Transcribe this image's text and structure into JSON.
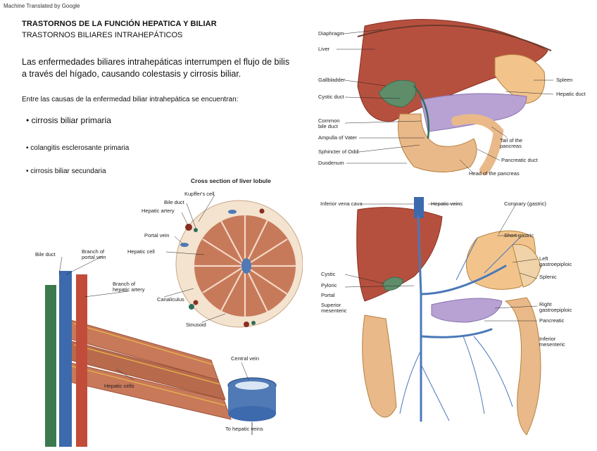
{
  "banner": "Machine Translated by Google",
  "heading": {
    "title": "TRASTORNOS DE LA FUNCIÓN HEPATICA Y BILIAR",
    "subtitle": "TRASTORNOS BILIARES INTRAHEPÁTICOS"
  },
  "intro": "Las enfermedades biliares intrahepáticas interrumpen el flujo de bilis a través del hígado, causando colestasis y cirrosis biliar.",
  "causes": {
    "lead": "Entre las causas de la enfermedad biliar intrahepática se encuentran:",
    "items": [
      "• cirrosis biliar primaria",
      "• colangitis esclerosante primaria",
      "• cirrosis biliar secundaria"
    ]
  },
  "figure_lobule": {
    "title": "Cross section of liver lobule",
    "labels": {
      "kupffer": "Kupffer's cell",
      "bile_duct": "Bile duct",
      "hepatic_artery": "Hepatic artery",
      "portal_vein": "Portal vein",
      "hepatic_cell": "Hepatic cell",
      "canaliculus": "Canaliculus",
      "sinusoid": "Sinusoid",
      "bile_duct_left": "Bile duct",
      "branch_portal": "Branch of portal vein",
      "branch_artery": "Branch of hepatic artery",
      "central_vein": "Central vein",
      "hepatic_cells": "Hepatic cells",
      "to_hepatic_veins": "To hepatic veins"
    }
  },
  "figure_biliary": {
    "labels_left": [
      "Diaphragm",
      "Liver",
      "Gallbladder",
      "Cystic duct",
      "Common bile duct",
      "Ampulla of Vater",
      "Sphincter of Oddi",
      "Duodenum"
    ],
    "labels_right": [
      "Spleen",
      "Hepatic duct",
      "Tail of the pancreas",
      "Pancreatic duct",
      "Head of the pancreas"
    ]
  },
  "figure_portal": {
    "labels_top": [
      "Inferior vena cava",
      "Hepatic veins",
      "Coronary (gastric)"
    ],
    "labels_left": [
      "Cystic",
      "Pyloric",
      "Portal",
      "Superior mesenteric"
    ],
    "labels_right": [
      "Short gastric",
      "Left gastroepiploic",
      "Splenic",
      "Right gastroepiploic",
      "Pancreatic",
      "Inferior mesenteric"
    ]
  }
}
